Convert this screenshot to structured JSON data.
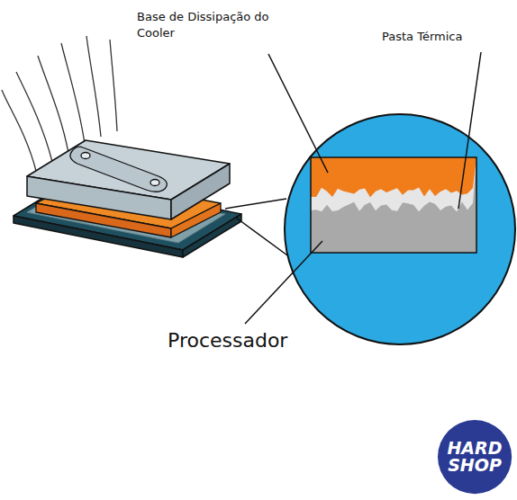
{
  "diagram": {
    "nodes": [
      {
        "text": [
          "HARD SHOP"
        ]
      }
    ],
    "labels": [
      "Base de Dissipação do Cooler",
      "Pasta Térmica",
      "Processador"
    ]
  }
}
